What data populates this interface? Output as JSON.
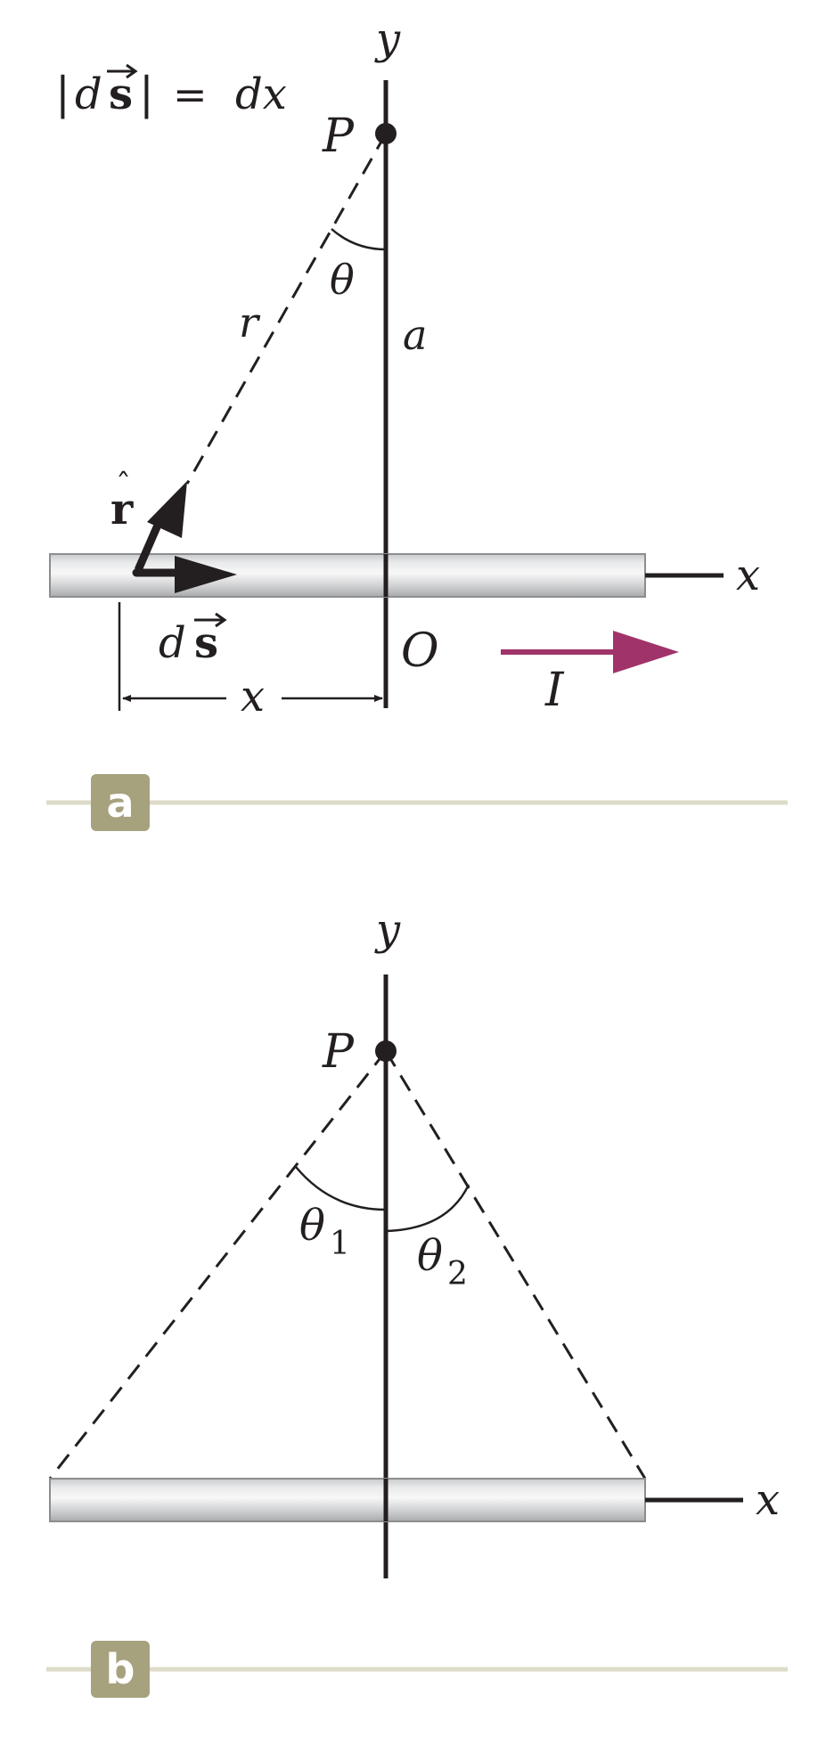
{
  "panel_a": {
    "equation": {
      "bar_left": "|",
      "d": "d",
      "s": "s",
      "bar_right": "|",
      "equals": "=",
      "rhs": "dx"
    },
    "y_label": "y",
    "x_label": "x",
    "point_label": "P",
    "theta_label": "θ",
    "r_label": "r",
    "a_label": "a",
    "rhat_label": "r",
    "ds_d": "d",
    "ds_s": "s",
    "origin_label": "O",
    "x_dim_label": "x",
    "current_label": "I",
    "badge": "a"
  },
  "panel_b": {
    "y_label": "y",
    "x_label": "x",
    "point_label": "P",
    "theta1": "θ",
    "theta1_sub": "1",
    "theta2": "θ",
    "theta2_sub": "2",
    "badge": "b"
  },
  "colors": {
    "ink": "#231f20",
    "current_arrow": "#a0336a",
    "badge": "#a6a27e",
    "separator": "#dedbc8"
  }
}
